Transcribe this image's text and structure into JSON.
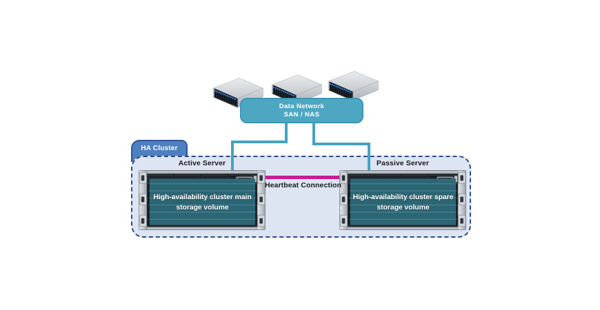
{
  "network": {
    "box_line1": "Data Network",
    "box_line2": "SAN / NAS"
  },
  "cluster": {
    "tab_label": "HA Cluster"
  },
  "heartbeat": {
    "label": "Heartbeat Connection"
  },
  "servers": {
    "active": {
      "label": "Active Server",
      "volume_line1": "High-availability cluster main",
      "volume_line2": "storage volume"
    },
    "passive": {
      "label": "Passive Server",
      "volume_line1": "High-availability cluster spare",
      "volume_line2": "storage volume"
    }
  },
  "icons": {
    "rack_server": "rack-server-icon",
    "storage_array": "storage-array-icon"
  },
  "colors": {
    "network_box": "#4da7c2",
    "connector": "#44a3c1",
    "heartbeat_line": "#c61d94",
    "cluster_fill": "#dde5f3",
    "cluster_border": "#2c4a8e",
    "tab_fill": "#4e7fc1",
    "volume_overlay": "#2e6b79"
  }
}
